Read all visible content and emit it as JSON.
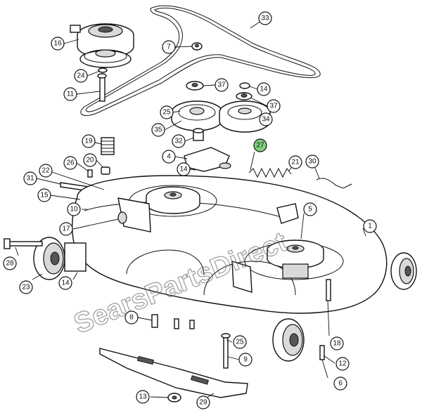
{
  "watermark": "SearsPartsDirect",
  "highlight_color": "#7fd07f",
  "callouts": [
    {
      "id": "c33",
      "label": "33"
    },
    {
      "id": "c16",
      "label": "16"
    },
    {
      "id": "c7",
      "label": "7"
    },
    {
      "id": "c24",
      "label": "24"
    },
    {
      "id": "c37a",
      "label": "37"
    },
    {
      "id": "c14a",
      "label": "14"
    },
    {
      "id": "c11",
      "label": "11"
    },
    {
      "id": "c37b",
      "label": "37"
    },
    {
      "id": "c25a",
      "label": "25"
    },
    {
      "id": "c34",
      "label": "34"
    },
    {
      "id": "c35",
      "label": "35"
    },
    {
      "id": "c32",
      "label": "32"
    },
    {
      "id": "c19",
      "label": "19"
    },
    {
      "id": "c27",
      "label": "27",
      "highlighted": true
    },
    {
      "id": "c4",
      "label": "4"
    },
    {
      "id": "c26",
      "label": "26"
    },
    {
      "id": "c20",
      "label": "20"
    },
    {
      "id": "c21",
      "label": "21"
    },
    {
      "id": "c30",
      "label": "30"
    },
    {
      "id": "c31",
      "label": "31"
    },
    {
      "id": "c22",
      "label": "22"
    },
    {
      "id": "c14b",
      "label": "14"
    },
    {
      "id": "c15",
      "label": "15"
    },
    {
      "id": "c5",
      "label": "5"
    },
    {
      "id": "c10",
      "label": "10"
    },
    {
      "id": "c1",
      "label": "1"
    },
    {
      "id": "c17",
      "label": "17"
    },
    {
      "id": "c28",
      "label": "28"
    },
    {
      "id": "c23",
      "label": "23"
    },
    {
      "id": "c14c",
      "label": "14"
    },
    {
      "id": "c8",
      "label": "8"
    },
    {
      "id": "c25b",
      "label": "25"
    },
    {
      "id": "c18",
      "label": "18"
    },
    {
      "id": "c9",
      "label": "9"
    },
    {
      "id": "c12",
      "label": "12"
    },
    {
      "id": "c6",
      "label": "6"
    },
    {
      "id": "c13",
      "label": "13"
    },
    {
      "id": "c29",
      "label": "29"
    }
  ]
}
